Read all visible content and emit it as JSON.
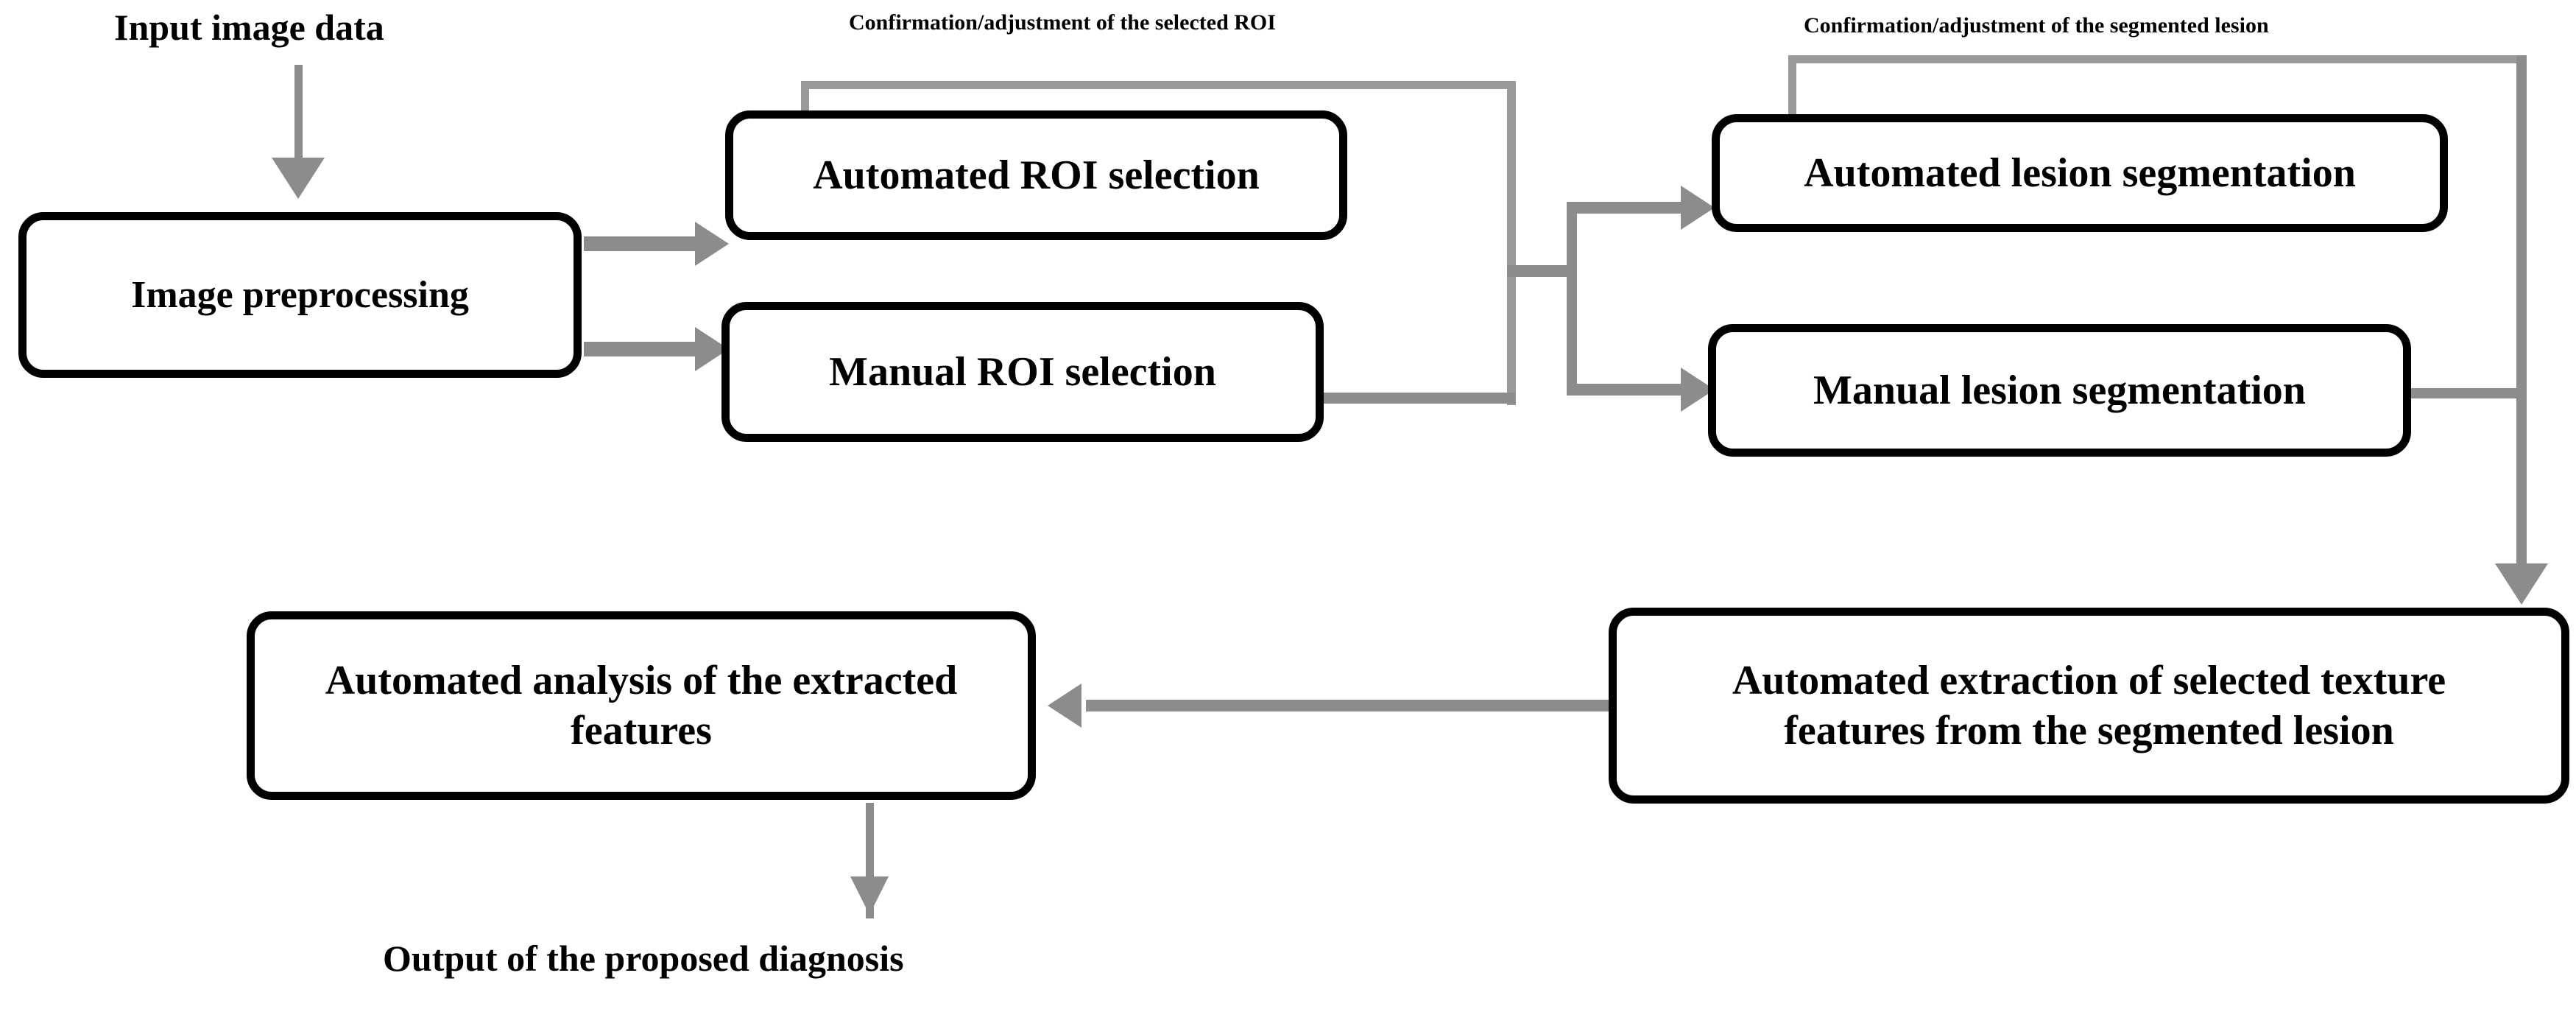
{
  "diagram": {
    "title": "Computer-aided diagnosis pipeline flowchart",
    "colors": {
      "box_border": "#000000",
      "box_fill": "#ffffff",
      "connector": "#8c8c8c",
      "text": "#000000",
      "background": "#ffffff"
    },
    "labels": {
      "input": "Input image data",
      "output": "Output of the proposed diagnosis",
      "feedback_roi": "Confirmation/adjustment of the selected ROI",
      "feedback_lesion": "Confirmation/adjustment of the segmented lesion"
    },
    "nodes": [
      {
        "id": "preprocessing",
        "label": "Image preprocessing"
      },
      {
        "id": "auto_roi",
        "label": "Automated ROI selection"
      },
      {
        "id": "manual_roi",
        "label": "Manual ROI selection"
      },
      {
        "id": "auto_seg",
        "label": "Automated lesion segmentation"
      },
      {
        "id": "manual_seg",
        "label": "Manual lesion segmentation"
      },
      {
        "id": "analysis",
        "label": "Automated analysis of the extracted features"
      },
      {
        "id": "extraction_line1",
        "label": "Automated extraction of selected texture"
      },
      {
        "id": "extraction_line2",
        "label": "features from the segmented lesion"
      }
    ],
    "edges": [
      {
        "from": "input",
        "to": "preprocessing",
        "arrow": "down"
      },
      {
        "from": "preprocessing",
        "to": "auto_roi",
        "arrow": "right"
      },
      {
        "from": "preprocessing",
        "to": "manual_roi",
        "arrow": "right"
      },
      {
        "from": "auto_roi",
        "to": "junction_roi",
        "arrow": "none"
      },
      {
        "from": "manual_roi",
        "to": "junction_roi",
        "arrow": "none"
      },
      {
        "from": "junction_roi",
        "to": "auto_seg",
        "arrow": "right"
      },
      {
        "from": "junction_roi",
        "to": "manual_seg",
        "arrow": "right"
      },
      {
        "from": "auto_seg",
        "to": "junction_lesion",
        "arrow": "none"
      },
      {
        "from": "manual_seg",
        "to": "junction_lesion",
        "arrow": "none"
      },
      {
        "from": "junction_lesion",
        "to": "extraction",
        "arrow": "down"
      },
      {
        "from": "extraction",
        "to": "analysis",
        "arrow": "left"
      },
      {
        "from": "analysis",
        "to": "output",
        "arrow": "down"
      }
    ]
  }
}
